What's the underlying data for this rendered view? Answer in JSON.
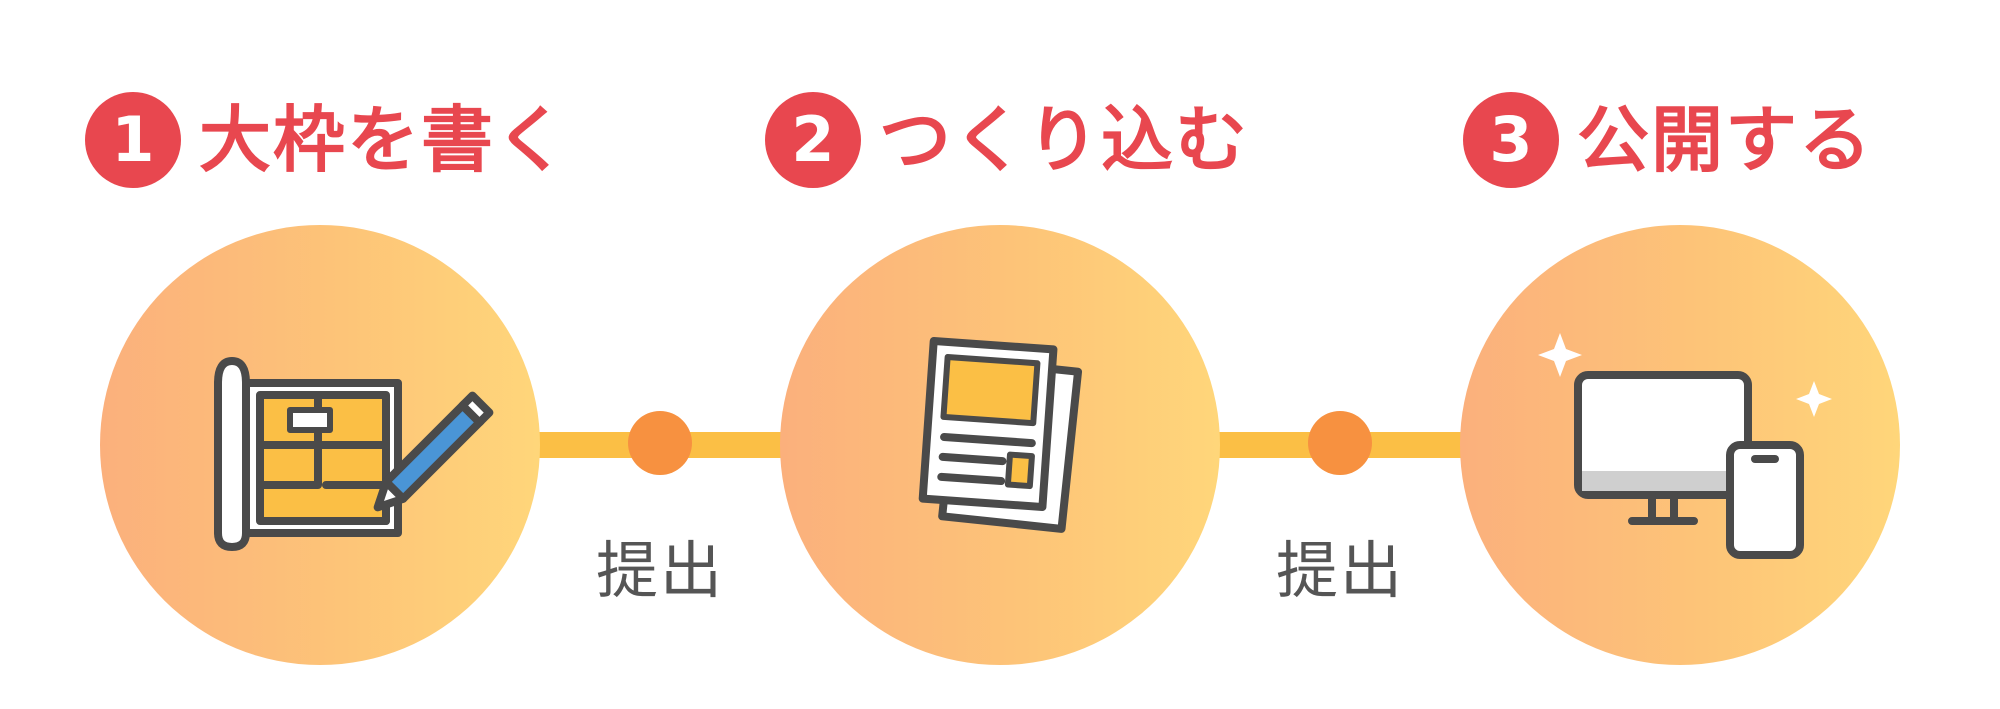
{
  "steps": [
    {
      "number": "1",
      "title": "大枠を書く",
      "icon": "blueprint-pencil-icon"
    },
    {
      "number": "2",
      "title": "つくり込む",
      "icon": "documents-icon"
    },
    {
      "number": "3",
      "title": "公開する",
      "icon": "devices-sparkle-icon"
    }
  ],
  "connectors": [
    {
      "label": "提出"
    },
    {
      "label": "提出"
    }
  ],
  "colors": {
    "accent_red": "#e8474f",
    "line_yellow": "#fbbf45",
    "dot_orange": "#f79140",
    "circle_from": "#fbb07c",
    "circle_to": "#ffd67a",
    "icon_stroke": "#4a4a4a",
    "icon_fill": "#fbbf45"
  }
}
